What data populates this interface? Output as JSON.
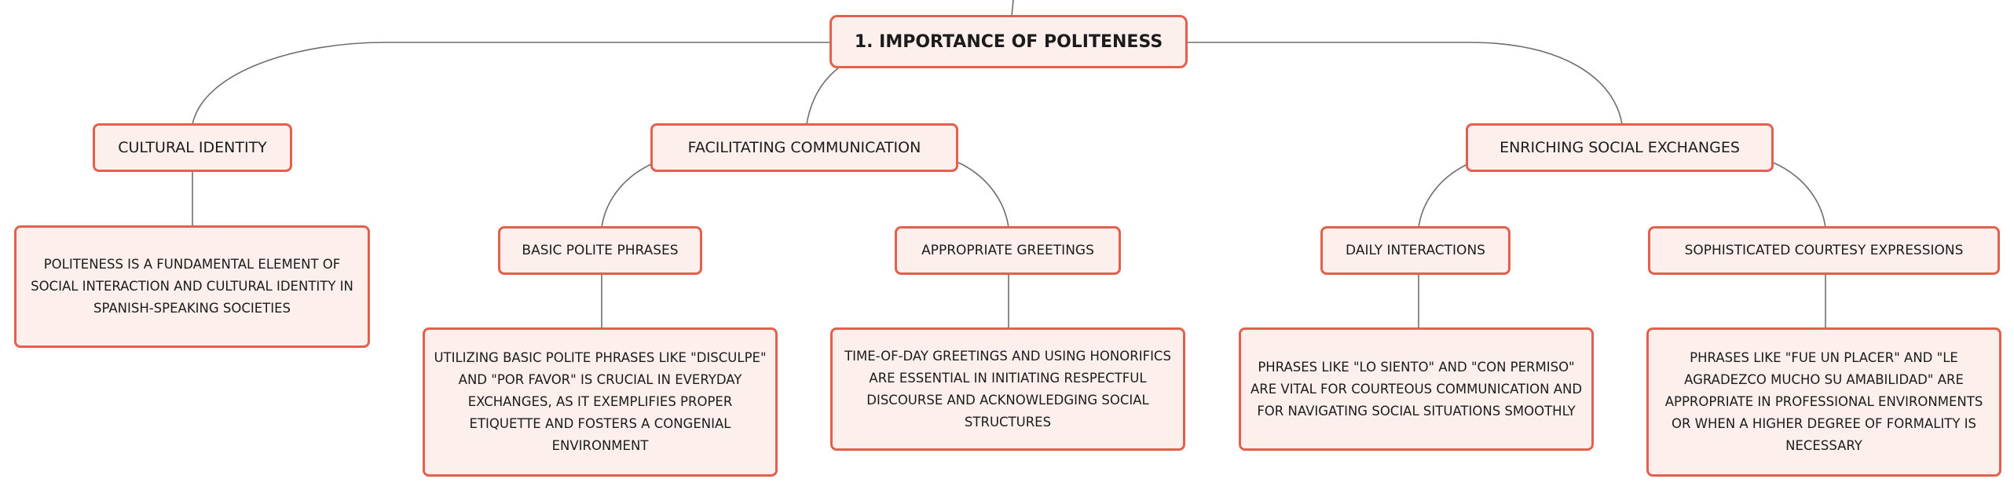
{
  "root": {
    "label": "1. Importance of Politeness"
  },
  "branches": [
    {
      "label": "Cultural Identity",
      "detail": "Politeness is a fundamental element of social interaction and cultural identity in Spanish-speaking societies"
    },
    {
      "label": "Facilitating Communication",
      "children": [
        {
          "label": "Basic Polite Phrases",
          "detail": "Utilizing basic polite phrases like \"disculpe\" and \"por favor\" is crucial in everyday exchanges, as it exemplifies proper etiquette and fosters a congenial environment"
        },
        {
          "label": "Appropriate Greetings",
          "detail": "Time-of-day greetings and using honorifics are essential in initiating respectful discourse and acknowledging social structures"
        }
      ]
    },
    {
      "label": "Enriching Social Exchanges",
      "children": [
        {
          "label": "Daily Interactions",
          "detail": "Phrases like \"lo siento\" and \"con permiso\" are vital for courteous communication and for navigating social situations smoothly"
        },
        {
          "label": "Sophisticated Courtesy Expressions",
          "detail": "Phrases like \"fue un placer\" and \"le agradezco mucho su amabilidad\" are appropriate in professional environments or when a higher degree of formality is necessary"
        }
      ]
    }
  ],
  "colors": {
    "node_fill": "#fdf0ec",
    "node_border": "#e2604d",
    "connector": "#6e6e6e",
    "text": "#1b1b1b"
  }
}
